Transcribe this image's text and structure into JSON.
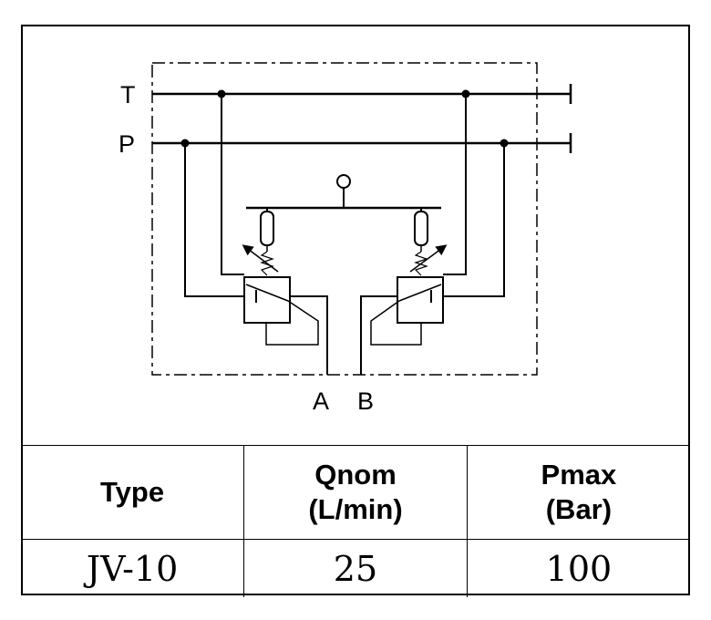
{
  "diagram": {
    "port_labels": {
      "t": "T",
      "p": "P",
      "a": "A",
      "b": "B"
    }
  },
  "table": {
    "headers": [
      {
        "line1": "Type",
        "line2": ""
      },
      {
        "line1": "Qnom",
        "line2": "(L/min)"
      },
      {
        "line1": "Pmax",
        "line2": "(Bar)"
      }
    ],
    "rows": [
      {
        "type": "JV-10",
        "qnom": "25",
        "pmax": "100"
      }
    ]
  }
}
